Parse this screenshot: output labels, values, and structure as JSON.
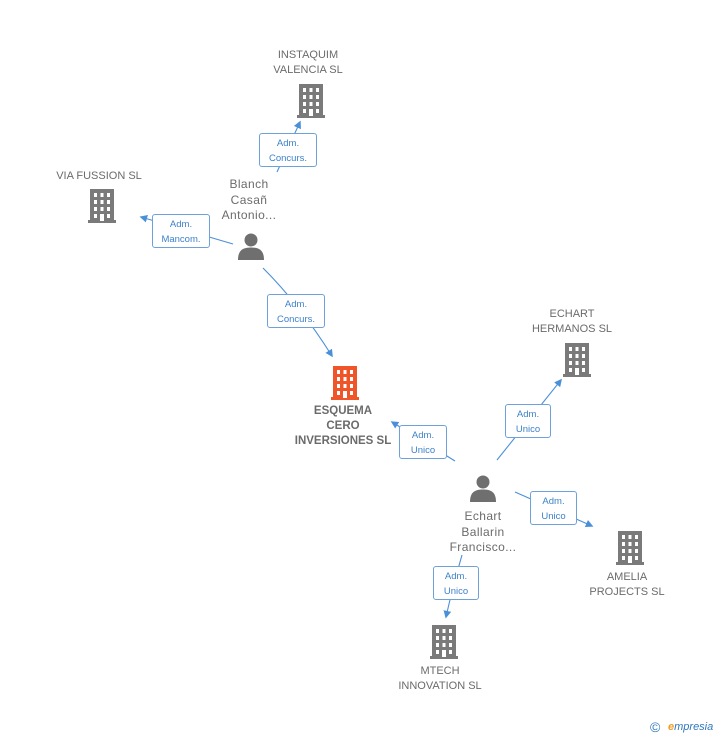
{
  "nodes": {
    "instaquim": {
      "label": "INSTAQUIM\nVALENCIA  SL"
    },
    "via_fussion": {
      "label": "VIA FUSSION SL"
    },
    "blanch": {
      "label": "Blanch\nCasañ\nAntonio..."
    },
    "esquema": {
      "label": "ESQUEMA\nCERO\nINVERSIONES SL"
    },
    "echart_hermanos": {
      "label": "ECHART\nHERMANOS SL"
    },
    "echart_person": {
      "label": "Echart\nBallarin\nFrancisco..."
    },
    "amelia": {
      "label": "AMELIA\nPROJECTS SL"
    },
    "mtech": {
      "label": "MTECH\nINNOVATION SL"
    }
  },
  "edges": {
    "blanch_instaquim": "Adm.\nConcurs.",
    "blanch_via": "Adm.\nMancom.",
    "blanch_esquema": "Adm.\nConcurs.",
    "echart_esquema": "Adm.\nUnico",
    "echart_hermanos": "Adm.\nUnico",
    "echart_amelia": "Adm.\nUnico",
    "echart_mtech": "Adm.\nUnico"
  },
  "colors": {
    "building": "#7a7a7a",
    "building_focus": "#f0552a",
    "person": "#6f6f6f",
    "edge": "#4a90d9"
  },
  "footer": {
    "copyright": "©",
    "brand_first": "e",
    "brand_rest": "mpresia"
  }
}
